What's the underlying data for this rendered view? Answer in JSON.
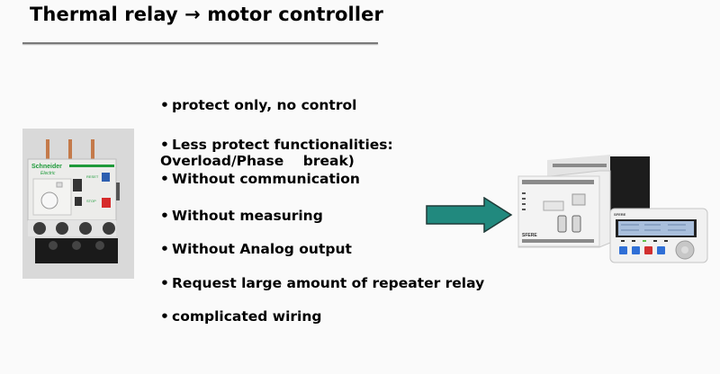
{
  "slide": {
    "title": "Thermal relay →  motor controller",
    "bullets": [
      {
        "marker": "•",
        "text": "protect only, no control"
      },
      {
        "marker": "•",
        "text": "Less protect functionalities:"
      },
      {
        "marker": "",
        "text": "Overload/Phase    break)"
      },
      {
        "marker": "•",
        "text": "Without communication"
      },
      {
        "marker": "•",
        "text": "Without measuring"
      },
      {
        "marker": "•",
        "text": "Without Analog output"
      },
      {
        "marker": "•",
        "text": "Request large amount of repeater relay"
      },
      {
        "marker": "•",
        "text": "complicated wiring"
      }
    ],
    "relay_image": {
      "description": "Schneider Electric thermal overload relay",
      "brand_label": "Schneider",
      "brand_sub": "Electric",
      "reset_label": "RESET",
      "stop_label": "STOP"
    },
    "controller_image": {
      "description": "SFERE motor controller with display unit",
      "brand_label": "SFERE"
    },
    "colors": {
      "arrow_fill": "#21897e",
      "brand_green": "#1e9a3a",
      "title_rule": "#7a7a7a"
    }
  }
}
